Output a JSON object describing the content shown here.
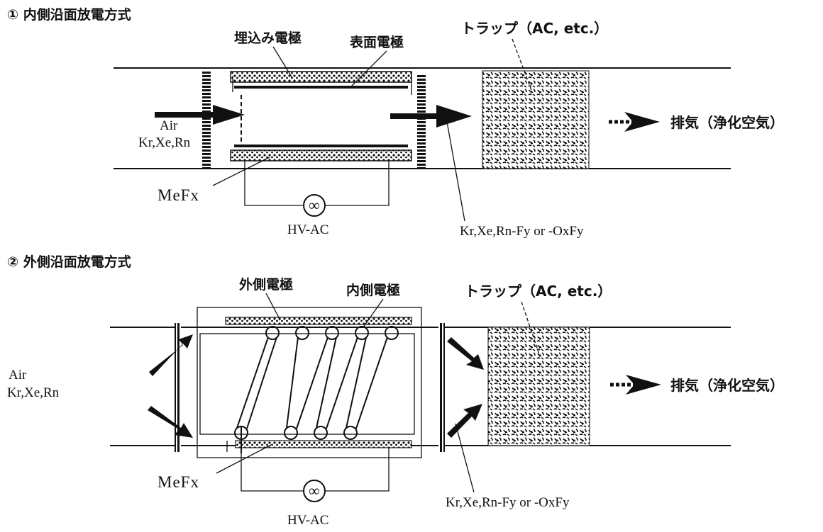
{
  "section1": {
    "title": "① 内側沿面放電方式",
    "label_buried_electrode": "埋込み電極",
    "label_surface_electrode": "表面電極",
    "label_trap": "トラップ（AC, etc.）",
    "label_input_line1": "Air",
    "label_input_line2": "Kr,Xe,Rn",
    "label_exhaust": "排気（浄化空気）",
    "label_mefx": "MeFx",
    "label_power": "HV-AC",
    "label_product": "Kr,Xe,Rn-Fy or -OxFy"
  },
  "section2": {
    "title": "② 外側沿面放電方式",
    "label_outer_electrode": "外側電極",
    "label_inner_electrode": "内側電極",
    "label_trap": "トラップ（AC, etc.）",
    "label_input_line1": "Air",
    "label_input_line2": "Kr,Xe,Rn",
    "label_exhaust": "排気（浄化空気）",
    "label_mefx": "MeFx",
    "label_power": "HV-AC",
    "label_product": "Kr,Xe,Rn-Fy or -OxFy"
  },
  "symbols": {
    "ac_source": "∞"
  }
}
